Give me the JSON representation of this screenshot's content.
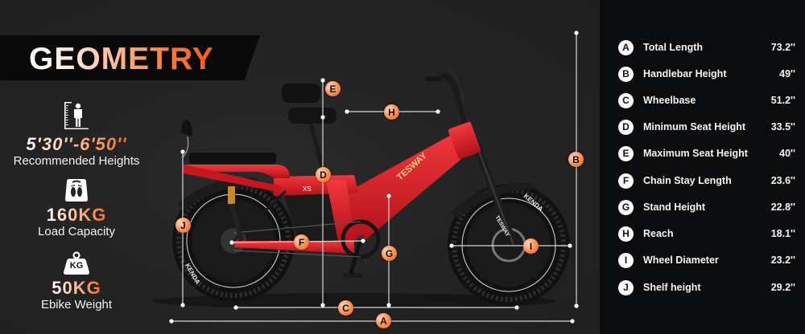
{
  "header": {
    "title": "GEOMETRY"
  },
  "stats": [
    {
      "icon": "height-ruler-person-icon",
      "value": "5'30''-6'50''",
      "label": "Recommended Heights"
    },
    {
      "icon": "scale-footprints-icon",
      "value": "160KG",
      "label": "Load Capacity"
    },
    {
      "icon": "kg-weight-icon",
      "value": "50KG",
      "label": "Ebike Weight",
      "icon_text": "KG"
    }
  ],
  "specs": [
    {
      "letter": "A",
      "name": "Total Length",
      "value": "73.2''"
    },
    {
      "letter": "B",
      "name": "Handlebar Height",
      "value": "49''"
    },
    {
      "letter": "C",
      "name": "Wheelbase",
      "value": "51.2''"
    },
    {
      "letter": "D",
      "name": "Minimum Seat Height",
      "value": "33.5''"
    },
    {
      "letter": "E",
      "name": "Maximum Seat Height",
      "value": "40''"
    },
    {
      "letter": "F",
      "name": "Chain Stay Length",
      "value": "23.6''"
    },
    {
      "letter": "G",
      "name": "Stand Height",
      "value": "22.8''"
    },
    {
      "letter": "H",
      "name": "Reach",
      "value": "18.1''"
    },
    {
      "letter": "I",
      "name": "Wheel Diameter",
      "value": "23.2''"
    },
    {
      "letter": "J",
      "name": "Shelf height",
      "value": "29.2''"
    }
  ],
  "diagram": {
    "frame_brand": "TESWAY",
    "frame_model": "XS",
    "tire_brand": "KENDA",
    "markers": [
      "A",
      "B",
      "C",
      "D",
      "E",
      "F",
      "G",
      "H",
      "I",
      "J"
    ]
  },
  "colors": {
    "accent": "#fb6a20",
    "frame_red": "#e0242a",
    "background": "#222222",
    "panel": "#0b0c0e"
  }
}
